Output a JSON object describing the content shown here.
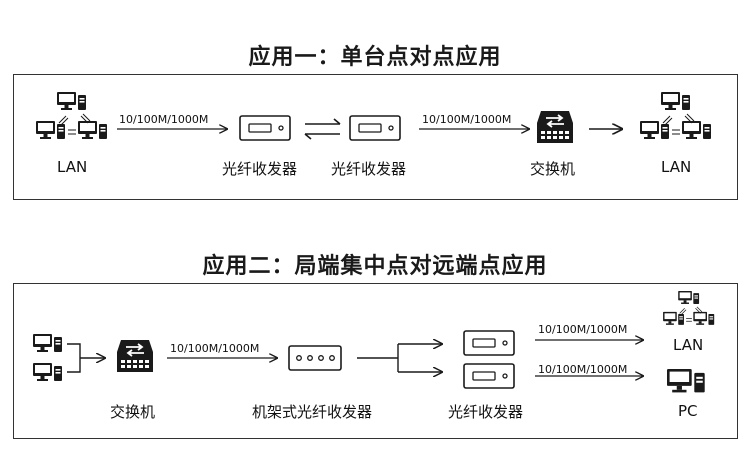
{
  "section1": {
    "title": "应用一：单台点对点应用",
    "left_label": "LAN",
    "speed_a": "10/100M/1000M",
    "converter_a": "光纤收发器",
    "converter_b": "光纤收发器",
    "speed_b": "10/100M/1000M",
    "switch": "交换机",
    "right_label": "LAN"
  },
  "section2": {
    "title": "应用二：局端集中点对远端点应用",
    "switch": "交换机",
    "speed_a": "10/100M/1000M",
    "rack": "机架式光纤收发器",
    "converter": "光纤收发器",
    "speed_top": "10/100M/1000M",
    "top_target": "LAN",
    "speed_bottom": "10/100M/1000M",
    "bottom_target": "PC"
  },
  "colors": {
    "ink": "#1a1a1a",
    "border": "#333333",
    "background": "#ffffff"
  }
}
